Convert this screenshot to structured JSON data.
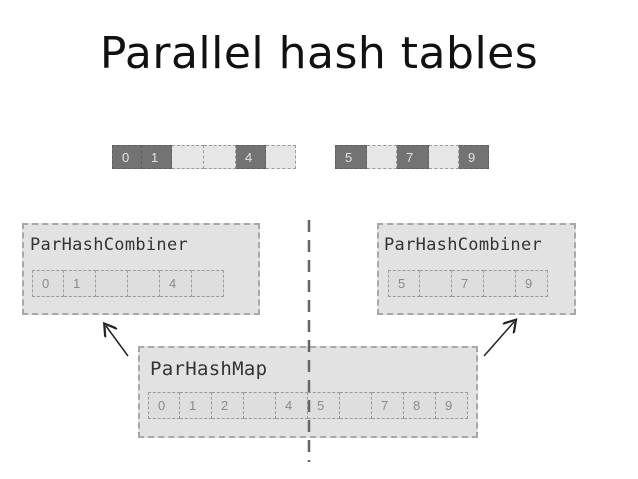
{
  "title": "Parallel hash tables",
  "top_left_row": [
    "0",
    "1",
    "",
    "",
    "4",
    ""
  ],
  "top_right_row": [
    "5",
    "",
    "7",
    "",
    "9"
  ],
  "combiner_left": {
    "label": "ParHashCombiner",
    "cells": [
      "0",
      "1",
      "",
      "",
      "4",
      ""
    ]
  },
  "combiner_right": {
    "label": "ParHashCombiner",
    "cells": [
      "5",
      "",
      "7",
      "",
      "9"
    ]
  },
  "hashmap": {
    "label": "ParHashMap",
    "cells": [
      "0",
      "1",
      "2",
      "",
      "4",
      "5",
      "",
      "7",
      "8",
      "9"
    ]
  }
}
